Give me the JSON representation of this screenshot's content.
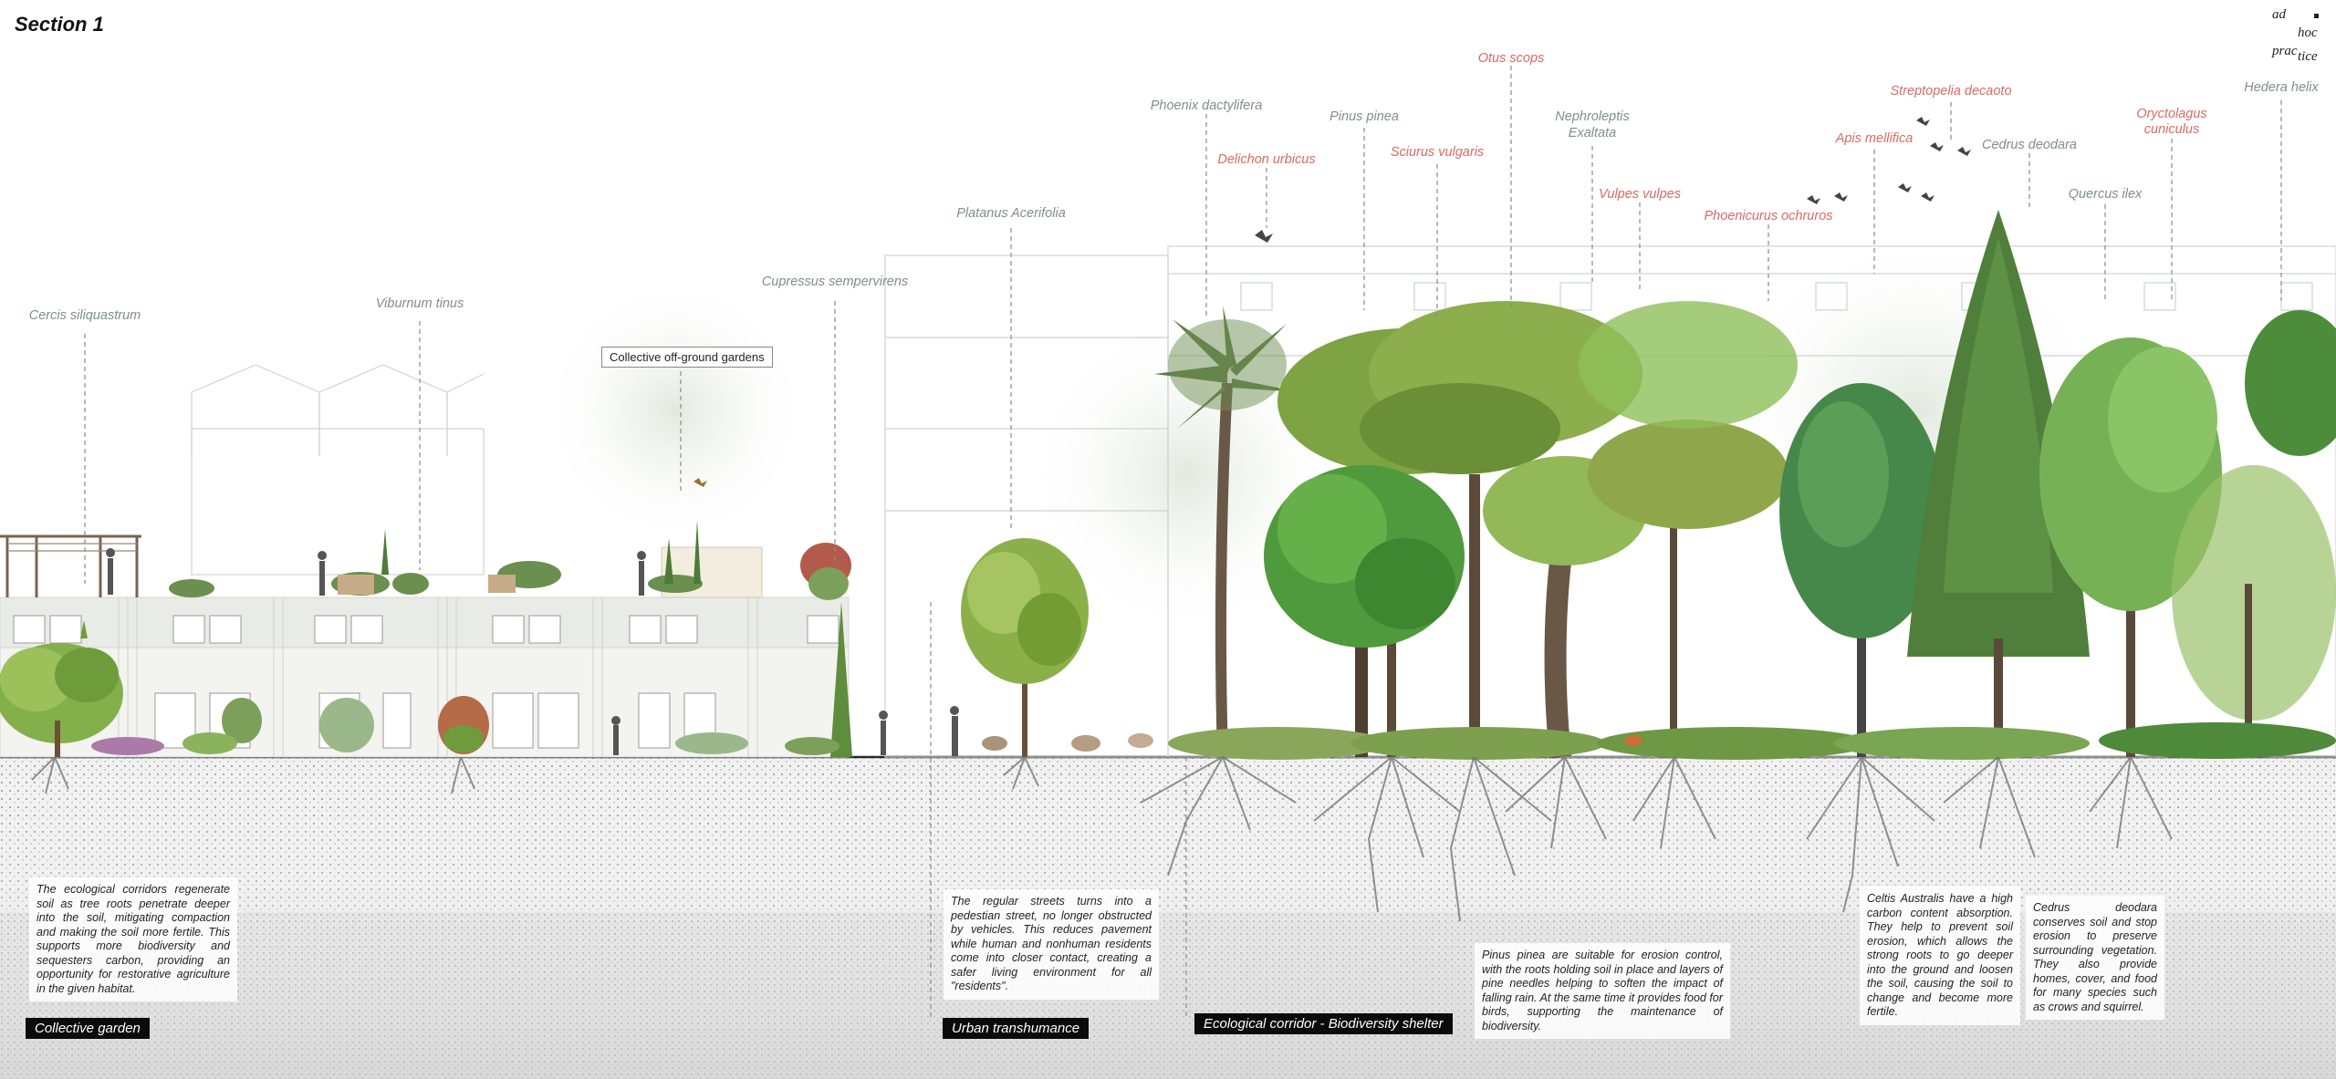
{
  "title": "Section 1",
  "logo": {
    "line1": "ad",
    "line2": "hoc",
    "line3a": "prac",
    "line3b": "tice"
  },
  "flora_labels": [
    "Cercis siliquastrum",
    "Viburnum tinus",
    "Cupressus  sempervirens",
    "Platanus Acerifolia",
    "Phoenix dactylifera",
    "Pinus pinea",
    "Nephroleptis",
    "Exaltata",
    "Cedrus deodara",
    "Quercus ilex",
    "Hedera helix"
  ],
  "fauna_labels": [
    "Delichon urbicus",
    "Sciurus vulgaris",
    "Otus scops",
    "Vulpes vulpes",
    "Phoenicurus ochruros",
    "Apis mellifica",
    "Streptopelia decaoto",
    "Oryctolagus",
    "cuniculus"
  ],
  "box_label": "Collective off-ground gardens",
  "zones": {
    "collective_garden": "Collective garden",
    "urban_transhumance": "Urban transhumance",
    "ecological_corridor": "Ecological corridor - Biodiversity shelter"
  },
  "notes": {
    "soil": "The ecological corridors regenerate soil as tree roots penetrate deeper into the soil, mitigating compaction and making the soil more fertile. This supports more biodiversity and sequesters carbon, providing an opportunity for restorative agriculture in the given habitat.",
    "streets": "The regular streets turns into a pedestian street, no longer obstructed by vehicles. This reduces pavement while human and nonhuman residents come into closer contact, creating a safer living environment for all \"residents\".",
    "pinus": "Pinus pinea are suitable for erosion control, with the roots holding soil in place and layers of pine needles helping to soften the impact of falling rain. At the same time it provides food for birds, supporting the maintenance of biodiversity.",
    "celtis": "Celtis Australis have a high carbon content absorption. They help to prevent soil erosion, which allows the strong roots to go deeper into the ground and loosen the soil, causing the soil to change and become more fertile.",
    "cedrus": "Cedrus deodara conserves soil and stop erosion to preserve surrounding vegetation. They also provide homes, cover, and food for many species such as crows and squirrel."
  },
  "colors": {
    "flora_label": "#7f8e8d",
    "fauna_label": "#d96a63",
    "tag_bg": "#0b0b0b",
    "soil": "#d8d8d8"
  }
}
